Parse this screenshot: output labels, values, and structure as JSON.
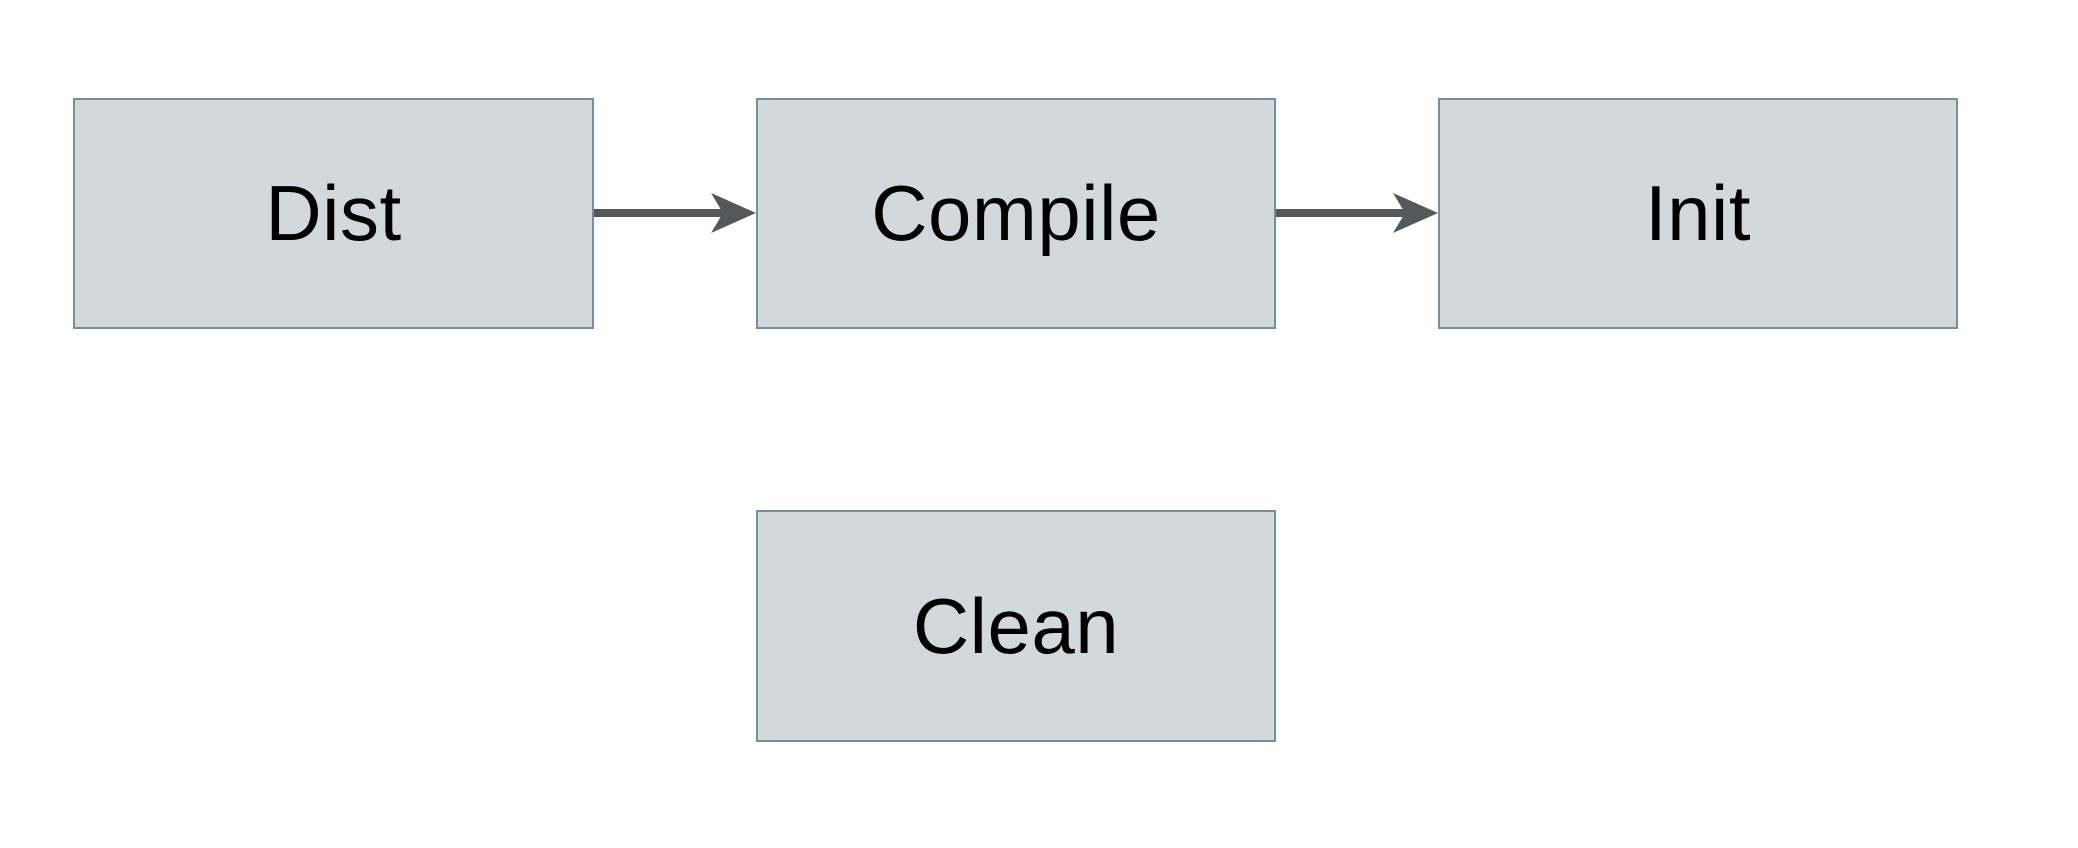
{
  "diagram": {
    "title": "",
    "nodes": [
      {
        "id": "dist",
        "label": "Dist"
      },
      {
        "id": "compile",
        "label": "Compile"
      },
      {
        "id": "init",
        "label": "Init"
      },
      {
        "id": "clean",
        "label": "Clean"
      }
    ],
    "edges": [
      {
        "from": "Dist",
        "to": "Compile",
        "direction": "right"
      },
      {
        "from": "Compile",
        "to": "Init",
        "direction": "right"
      }
    ],
    "colors": {
      "background": "#ffffff",
      "node_fill": "#d2d9dc",
      "node_border": "#75909b",
      "arrow": "#55585a",
      "text": "#000000"
    }
  }
}
